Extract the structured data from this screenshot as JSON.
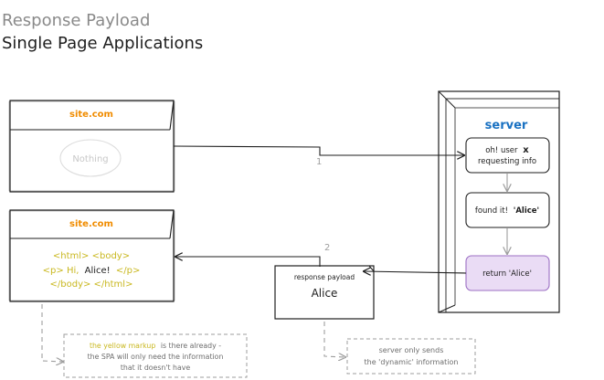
{
  "header": {
    "title": "Response Payload",
    "subtitle": "Single Page Applications"
  },
  "browser_top": {
    "site": "site.com",
    "content": "Nothing"
  },
  "browser_bottom": {
    "site": "site.com",
    "line1": "<html> <body>",
    "line2_prefix": "<p> Hi,",
    "line2_name": "Alice!",
    "line2_suffix": "</p>",
    "line3": "</body> </html>"
  },
  "server": {
    "title": "server",
    "step1_line1": "oh! user",
    "step1_mark": "x",
    "step1_line2": "requesting info",
    "step2_prefix": "found it!",
    "step2_value": "'Alice'",
    "step3": "return 'Alice'"
  },
  "payload": {
    "label": "response payload",
    "value": "Alice"
  },
  "arrows": {
    "request_label": "1",
    "response_label": "2"
  },
  "notes": {
    "left_highlight": "the yellow markup",
    "left_line1_rest": "is there already -",
    "left_line2": "the SPA will only need the information",
    "left_line3": "that it doesn't have",
    "right_line1": "server only sends",
    "right_line2": "the 'dynamic' information"
  },
  "colors": {
    "orange": "#f08c00",
    "blue": "#1971c2",
    "yellow_text": "#c9b820",
    "purple": "#9c6fc4",
    "purple_fill": "#eadcf5",
    "gray": "#9e9e9e",
    "ink": "#1e1e1e"
  }
}
